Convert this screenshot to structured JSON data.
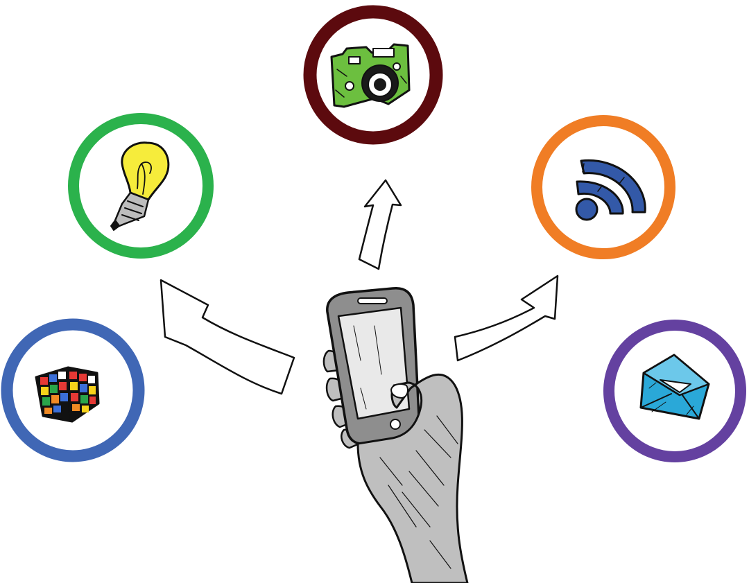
{
  "illustration": {
    "subject": "hand-holding-smartphone",
    "icons": [
      {
        "name": "camera-icon",
        "ring_color": "#5c0a0e",
        "fill_color": "#6cbf3f"
      },
      {
        "name": "lightbulb-icon",
        "ring_color": "#2bb24c",
        "fill_color": "#f6ec3b"
      },
      {
        "name": "rss-feed-icon",
        "ring_color": "#f07d25",
        "fill_color": "#3359a8"
      },
      {
        "name": "rubiks-cube-icon",
        "ring_color": "#4067b5",
        "fill_color": "#111111"
      },
      {
        "name": "envelope-icon",
        "ring_color": "#6441a0",
        "fill_color": "#2aa8d8"
      }
    ],
    "arrows": [
      "arrow-to-camera",
      "arrow-to-lightbulb",
      "arrow-to-rss"
    ],
    "colors": {
      "ink": "#111111",
      "hand": "#bfbfbf",
      "phone_body": "#8e8e8e",
      "phone_screen": "#e9e9e9",
      "background": "#ffffff"
    }
  }
}
